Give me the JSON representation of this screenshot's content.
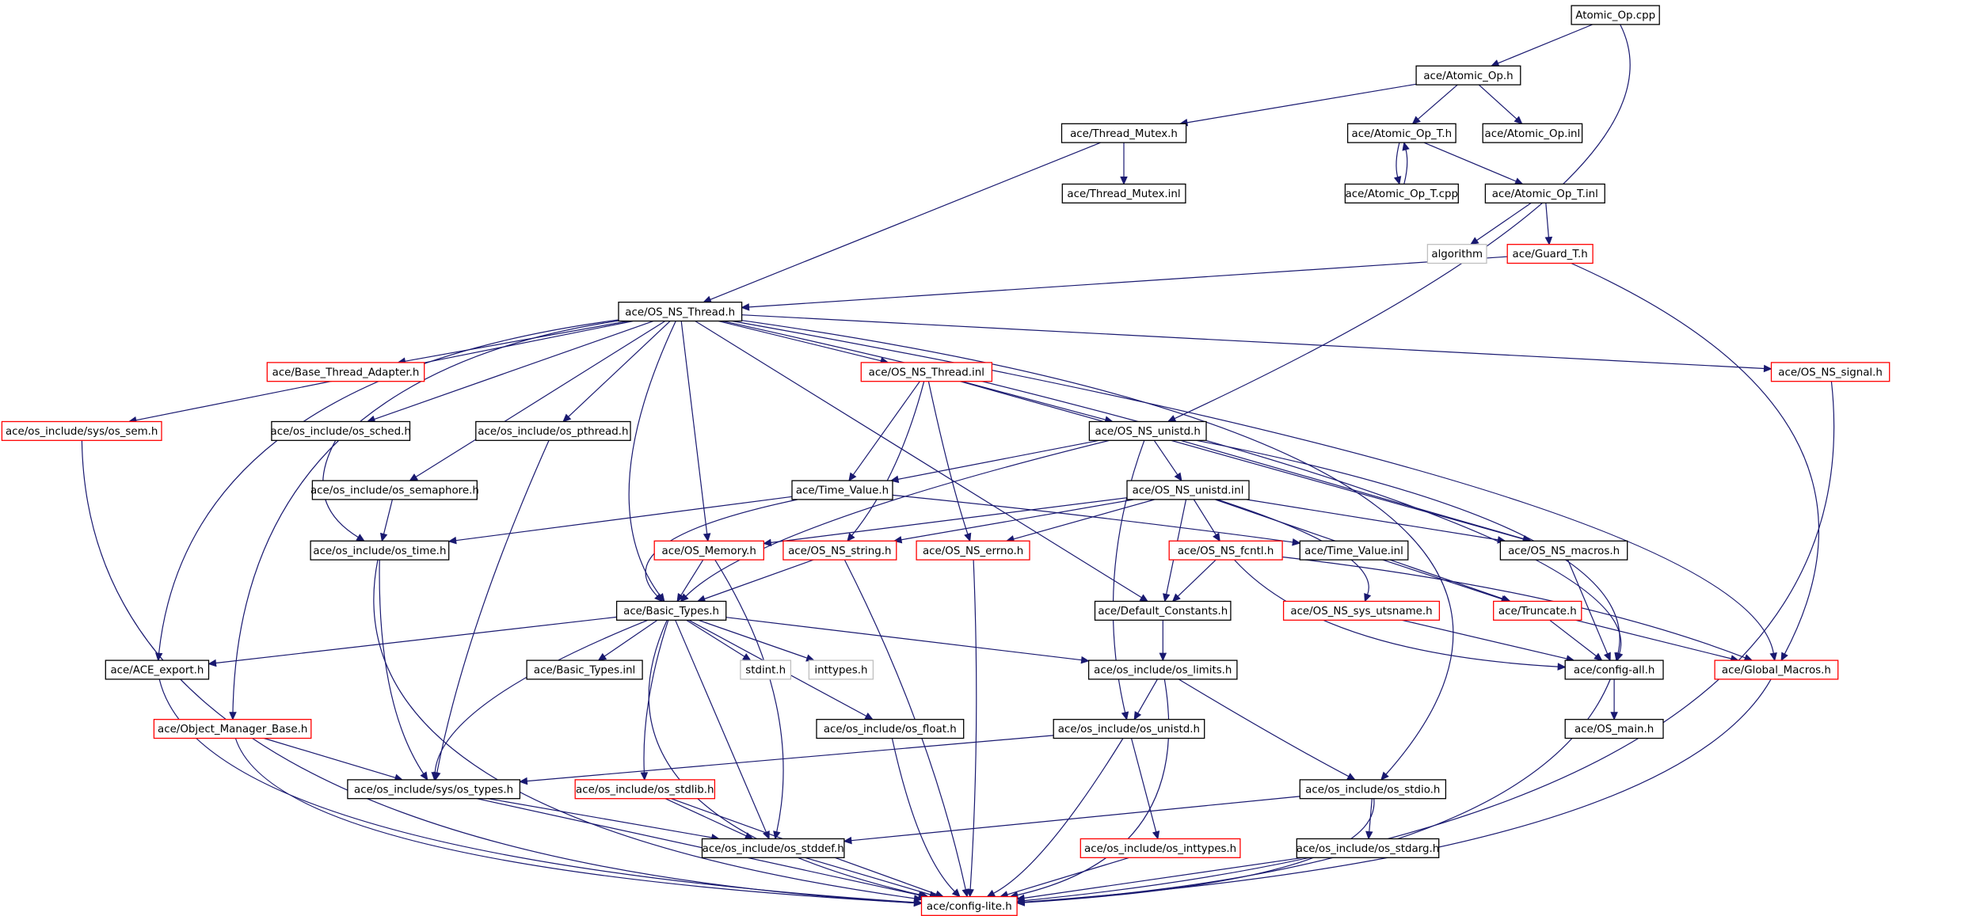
{
  "colors": {
    "edge": "#191970",
    "normal_border": "#000000",
    "missing_border": "#ff0000",
    "external_border": "#bfbfbf",
    "root_fill": "#bfbfbf"
  },
  "nodes": {
    "atomic_op_cpp": {
      "label": "Atomic_Op.cpp",
      "kind": "root"
    },
    "atomic_op_h": {
      "label": "ace/Atomic_Op.h",
      "kind": "normal"
    },
    "thread_mutex_h": {
      "label": "ace/Thread_Mutex.h",
      "kind": "normal"
    },
    "atomic_op_t_h": {
      "label": "ace/Atomic_Op_T.h",
      "kind": "normal"
    },
    "atomic_op_inl": {
      "label": "ace/Atomic_Op.inl",
      "kind": "normal"
    },
    "thread_mutex_inl": {
      "label": "ace/Thread_Mutex.inl",
      "kind": "normal"
    },
    "atomic_op_t_cpp": {
      "label": "ace/Atomic_Op_T.cpp",
      "kind": "normal"
    },
    "atomic_op_t_inl": {
      "label": "ace/Atomic_Op_T.inl",
      "kind": "normal"
    },
    "algorithm": {
      "label": "algorithm",
      "kind": "external"
    },
    "guard_t_h": {
      "label": "ace/Guard_T.h",
      "kind": "missing"
    },
    "os_ns_thread_h": {
      "label": "ace/OS_NS_Thread.h",
      "kind": "normal"
    },
    "base_thread_adapter_h": {
      "label": "ace/Base_Thread_Adapter.h",
      "kind": "missing"
    },
    "os_ns_thread_inl": {
      "label": "ace/OS_NS_Thread.inl",
      "kind": "missing"
    },
    "os_ns_signal_h": {
      "label": "ace/OS_NS_signal.h",
      "kind": "missing"
    },
    "os_sem_h": {
      "label": "ace/os_include/sys/os_sem.h",
      "kind": "missing"
    },
    "os_sched_h": {
      "label": "ace/os_include/os_sched.h",
      "kind": "normal"
    },
    "os_pthread_h": {
      "label": "ace/os_include/os_pthread.h",
      "kind": "normal"
    },
    "os_ns_unistd_h": {
      "label": "ace/OS_NS_unistd.h",
      "kind": "normal"
    },
    "os_semaphore_h": {
      "label": "ace/os_include/os_semaphore.h",
      "kind": "normal"
    },
    "time_value_h": {
      "label": "ace/Time_Value.h",
      "kind": "normal"
    },
    "os_ns_unistd_inl": {
      "label": "ace/OS_NS_unistd.inl",
      "kind": "normal"
    },
    "os_time_h": {
      "label": "ace/os_include/os_time.h",
      "kind": "normal"
    },
    "os_memory_h": {
      "label": "ace/OS_Memory.h",
      "kind": "missing"
    },
    "os_ns_string_h": {
      "label": "ace/OS_NS_string.h",
      "kind": "missing"
    },
    "os_ns_errno_h": {
      "label": "ace/OS_NS_errno.h",
      "kind": "missing"
    },
    "os_ns_fcntl_h": {
      "label": "ace/OS_NS_fcntl.h",
      "kind": "missing"
    },
    "time_value_inl": {
      "label": "ace/Time_Value.inl",
      "kind": "normal"
    },
    "os_ns_macros_h": {
      "label": "ace/OS_NS_macros.h",
      "kind": "normal"
    },
    "basic_types_h": {
      "label": "ace/Basic_Types.h",
      "kind": "normal"
    },
    "default_constants_h": {
      "label": "ace/Default_Constants.h",
      "kind": "normal"
    },
    "os_ns_sys_utsname_h": {
      "label": "ace/OS_NS_sys_utsname.h",
      "kind": "missing"
    },
    "truncate_h": {
      "label": "ace/Truncate.h",
      "kind": "missing"
    },
    "ace_export_h": {
      "label": "ace/ACE_export.h",
      "kind": "normal"
    },
    "basic_types_inl": {
      "label": "ace/Basic_Types.inl",
      "kind": "normal"
    },
    "stdint_h": {
      "label": "stdint.h",
      "kind": "external"
    },
    "inttypes_h": {
      "label": "inttypes.h",
      "kind": "external"
    },
    "os_limits_h": {
      "label": "ace/os_include/os_limits.h",
      "kind": "normal"
    },
    "config_all_h": {
      "label": "ace/config-all.h",
      "kind": "normal"
    },
    "global_macros_h": {
      "label": "ace/Global_Macros.h",
      "kind": "missing"
    },
    "object_manager_base_h": {
      "label": "ace/Object_Manager_Base.h",
      "kind": "missing"
    },
    "os_float_h": {
      "label": "ace/os_include/os_float.h",
      "kind": "normal"
    },
    "os_unistd_h": {
      "label": "ace/os_include/os_unistd.h",
      "kind": "normal"
    },
    "os_main_h": {
      "label": "ace/OS_main.h",
      "kind": "normal"
    },
    "os_types_h": {
      "label": "ace/os_include/sys/os_types.h",
      "kind": "normal"
    },
    "os_stdlib_h": {
      "label": "ace/os_include/os_stdlib.h",
      "kind": "missing"
    },
    "os_stdio_h": {
      "label": "ace/os_include/os_stdio.h",
      "kind": "normal"
    },
    "os_stddef_h": {
      "label": "ace/os_include/os_stddef.h",
      "kind": "normal"
    },
    "os_inttypes_h": {
      "label": "ace/os_include/os_inttypes.h",
      "kind": "missing"
    },
    "os_stdarg_h": {
      "label": "ace/os_include/os_stdarg.h",
      "kind": "normal"
    },
    "config_lite_h": {
      "label": "ace/config-lite.h",
      "kind": "missing"
    }
  },
  "edges": [
    [
      "atomic_op_cpp",
      "atomic_op_h"
    ],
    [
      "atomic_op_cpp",
      "os_ns_unistd_h"
    ],
    [
      "atomic_op_h",
      "thread_mutex_h"
    ],
    [
      "atomic_op_h",
      "atomic_op_t_h"
    ],
    [
      "atomic_op_h",
      "atomic_op_inl"
    ],
    [
      "thread_mutex_h",
      "thread_mutex_inl"
    ],
    [
      "thread_mutex_h",
      "os_ns_thread_h"
    ],
    [
      "atomic_op_t_h",
      "atomic_op_t_cpp"
    ],
    [
      "atomic_op_t_cpp",
      "atomic_op_t_h"
    ],
    [
      "atomic_op_t_h",
      "atomic_op_t_inl"
    ],
    [
      "atomic_op_t_inl",
      "algorithm"
    ],
    [
      "atomic_op_t_inl",
      "guard_t_h"
    ],
    [
      "guard_t_h",
      "os_ns_thread_h"
    ],
    [
      "guard_t_h",
      "global_macros_h"
    ],
    [
      "os_ns_thread_h",
      "os_sem_h"
    ],
    [
      "os_ns_thread_h",
      "base_thread_adapter_h"
    ],
    [
      "os_ns_thread_h",
      "os_sched_h"
    ],
    [
      "os_ns_thread_h",
      "os_semaphore_h"
    ],
    [
      "os_ns_thread_h",
      "os_pthread_h"
    ],
    [
      "os_ns_thread_h",
      "os_ns_thread_inl"
    ],
    [
      "os_ns_thread_h",
      "os_ns_signal_h"
    ],
    [
      "os_ns_thread_h",
      "os_memory_h"
    ],
    [
      "os_ns_thread_h",
      "basic_types_h"
    ],
    [
      "os_ns_thread_h",
      "ace_export_h"
    ],
    [
      "os_ns_thread_h",
      "object_manager_base_h"
    ],
    [
      "os_ns_thread_h",
      "default_constants_h"
    ],
    [
      "os_ns_thread_h",
      "config_all_h"
    ],
    [
      "os_ns_thread_h",
      "global_macros_h"
    ],
    [
      "os_ns_thread_h",
      "os_stdio_h"
    ],
    [
      "os_ns_thread_inl",
      "os_ns_unistd_h"
    ],
    [
      "os_ns_thread_inl",
      "time_value_h"
    ],
    [
      "os_ns_thread_inl",
      "os_ns_string_h"
    ],
    [
      "os_ns_thread_inl",
      "os_ns_errno_h"
    ],
    [
      "os_ns_thread_inl",
      "os_ns_macros_h"
    ],
    [
      "os_ns_signal_h",
      "config_lite_h"
    ],
    [
      "os_sem_h",
      "config_lite_h"
    ],
    [
      "os_sched_h",
      "os_time_h"
    ],
    [
      "os_pthread_h",
      "os_types_h"
    ],
    [
      "os_semaphore_h",
      "os_time_h"
    ],
    [
      "os_ns_unistd_h",
      "time_value_h"
    ],
    [
      "os_ns_unistd_h",
      "os_ns_unistd_inl"
    ],
    [
      "os_ns_unistd_h",
      "basic_types_h"
    ],
    [
      "os_ns_unistd_h",
      "os_unistd_h"
    ],
    [
      "os_ns_unistd_h",
      "os_ns_macros_h"
    ],
    [
      "os_ns_unistd_h",
      "config_all_h"
    ],
    [
      "os_ns_unistd_inl",
      "os_memory_h"
    ],
    [
      "os_ns_unistd_inl",
      "os_ns_string_h"
    ],
    [
      "os_ns_unistd_inl",
      "os_ns_errno_h"
    ],
    [
      "os_ns_unistd_inl",
      "os_ns_fcntl_h"
    ],
    [
      "os_ns_unistd_inl",
      "default_constants_h"
    ],
    [
      "os_ns_unistd_inl",
      "os_ns_macros_h"
    ],
    [
      "os_ns_unistd_inl",
      "os_ns_sys_utsname_h"
    ],
    [
      "os_ns_unistd_inl",
      "truncate_h"
    ],
    [
      "time_value_h",
      "basic_types_h"
    ],
    [
      "time_value_h",
      "os_time_h"
    ],
    [
      "time_value_h",
      "time_value_inl"
    ],
    [
      "time_value_inl",
      "truncate_h"
    ],
    [
      "os_time_h",
      "os_types_h"
    ],
    [
      "os_time_h",
      "config_lite_h"
    ],
    [
      "os_memory_h",
      "basic_types_h"
    ],
    [
      "os_memory_h",
      "os_stddef_h"
    ],
    [
      "os_ns_string_h",
      "basic_types_h"
    ],
    [
      "os_ns_string_h",
      "config_lite_h"
    ],
    [
      "os_ns_errno_h",
      "config_lite_h"
    ],
    [
      "os_ns_fcntl_h",
      "default_constants_h"
    ],
    [
      "os_ns_fcntl_h",
      "config_all_h"
    ],
    [
      "os_ns_fcntl_h",
      "global_macros_h"
    ],
    [
      "os_ns_macros_h",
      "config_all_h"
    ],
    [
      "default_constants_h",
      "os_limits_h"
    ],
    [
      "os_ns_sys_utsname_h",
      "config_all_h"
    ],
    [
      "truncate_h",
      "config_all_h"
    ],
    [
      "truncate_h",
      "global_macros_h"
    ],
    [
      "basic_types_h",
      "ace_export_h"
    ],
    [
      "basic_types_h",
      "basic_types_inl"
    ],
    [
      "basic_types_h",
      "stdint_h"
    ],
    [
      "basic_types_h",
      "inttypes_h"
    ],
    [
      "basic_types_h",
      "os_limits_h"
    ],
    [
      "basic_types_h",
      "os_float_h"
    ],
    [
      "basic_types_h",
      "os_types_h"
    ],
    [
      "basic_types_h",
      "os_stdlib_h"
    ],
    [
      "basic_types_h",
      "os_stddef_h"
    ],
    [
      "basic_types_h",
      "config_lite_h"
    ],
    [
      "ace_export_h",
      "config_lite_h"
    ],
    [
      "object_manager_base_h",
      "os_types_h"
    ],
    [
      "object_manager_base_h",
      "config_lite_h"
    ],
    [
      "os_limits_h",
      "os_unistd_h"
    ],
    [
      "os_limits_h",
      "os_stdio_h"
    ],
    [
      "os_limits_h",
      "config_lite_h"
    ],
    [
      "config_all_h",
      "os_main_h"
    ],
    [
      "config_all_h",
      "config_lite_h"
    ],
    [
      "global_macros_h",
      "config_lite_h"
    ],
    [
      "os_float_h",
      "config_lite_h"
    ],
    [
      "os_unistd_h",
      "os_types_h"
    ],
    [
      "os_unistd_h",
      "os_inttypes_h"
    ],
    [
      "os_unistd_h",
      "config_lite_h"
    ],
    [
      "os_types_h",
      "os_stddef_h"
    ],
    [
      "os_types_h",
      "config_lite_h"
    ],
    [
      "os_stdlib_h",
      "os_stddef_h"
    ],
    [
      "os_stdlib_h",
      "config_lite_h"
    ],
    [
      "os_stdio_h",
      "os_stddef_h"
    ],
    [
      "os_stdio_h",
      "os_stdarg_h"
    ],
    [
      "os_stdio_h",
      "config_lite_h"
    ],
    [
      "os_stddef_h",
      "config_lite_h"
    ],
    [
      "os_inttypes_h",
      "config_lite_h"
    ],
    [
      "os_stdarg_h",
      "config_lite_h"
    ]
  ]
}
